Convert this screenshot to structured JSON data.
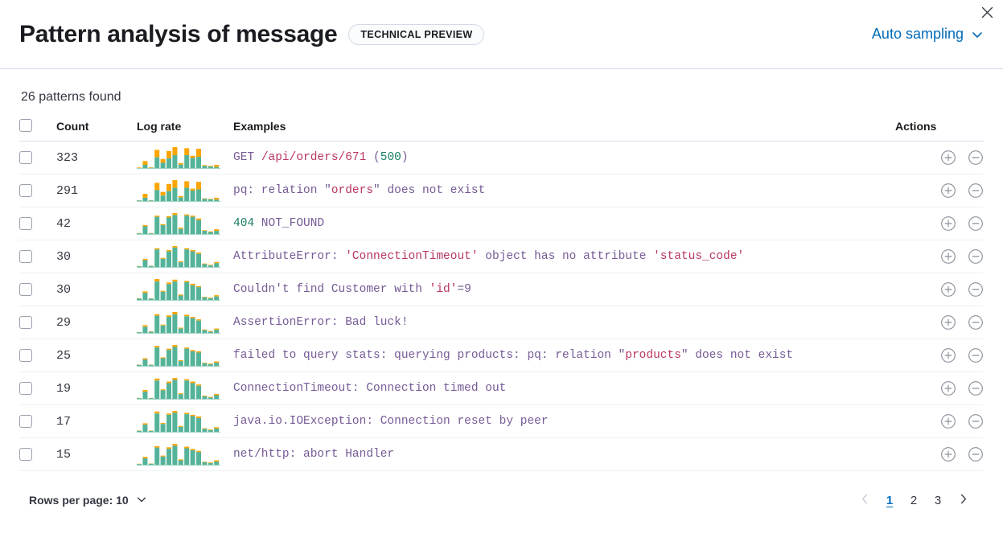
{
  "header": {
    "title": "Pattern analysis of message",
    "badge": "TECHNICAL PREVIEW",
    "sampling_label": "Auto sampling",
    "chevron_icon": "chevron-down-icon",
    "close_icon": "close-icon"
  },
  "summary": {
    "patterns_found": "26 patterns found"
  },
  "table": {
    "columns": {
      "select": "",
      "count": "Count",
      "log_rate": "Log rate",
      "examples": "Examples",
      "actions": "Actions"
    },
    "action_icons": {
      "add": "plus-in-circle-icon",
      "remove": "minus-in-circle-icon"
    },
    "rows": [
      {
        "count": "323",
        "example_plain": "GET /api/orders/671 (500)",
        "tokens": [
          {
            "t": "GET ",
            "c": "base"
          },
          {
            "t": "/api/orders/671",
            "c": "var"
          },
          {
            "t": " (",
            "c": "base"
          },
          {
            "t": "500",
            "c": "num"
          },
          {
            "t": ")",
            "c": "base"
          }
        ],
        "spark": {
          "teal": [
            0,
            12,
            1,
            40,
            20,
            36,
            48,
            13,
            48,
            38,
            42,
            8,
            6,
            4
          ],
          "orange": [
            2,
            14,
            2,
            28,
            14,
            28,
            30,
            6,
            26,
            8,
            30,
            3,
            2,
            8
          ]
        }
      },
      {
        "count": "291",
        "example_plain": "pq: relation \"orders\" does not exist",
        "tokens": [
          {
            "t": "pq: relation ",
            "c": "base"
          },
          {
            "t": "\"",
            "c": "base"
          },
          {
            "t": "orders",
            "c": "var"
          },
          {
            "t": "\"",
            "c": "base"
          },
          {
            "t": " does not exist",
            "c": "base"
          }
        ],
        "spark": {
          "teal": [
            2,
            12,
            2,
            40,
            20,
            36,
            48,
            13,
            48,
            38,
            42,
            8,
            6,
            5
          ],
          "orange": [
            1,
            14,
            1,
            26,
            13,
            26,
            28,
            5,
            24,
            7,
            28,
            2,
            2,
            7
          ]
        }
      },
      {
        "count": "42",
        "example_plain": "404 NOT_FOUND",
        "tokens": [
          {
            "t": "404",
            "c": "num"
          },
          {
            "t": " NOT_FOUND",
            "c": "base"
          }
        ],
        "spark": {
          "teal": [
            2,
            24,
            2,
            54,
            28,
            52,
            60,
            16,
            58,
            54,
            44,
            10,
            6,
            10
          ],
          "orange": [
            1,
            4,
            1,
            4,
            3,
            4,
            6,
            4,
            4,
            4,
            5,
            2,
            2,
            5
          ]
        }
      },
      {
        "count": "30",
        "example_plain": "AttributeError: 'ConnectionTimeout' object has no attribute 'status_code'",
        "tokens": [
          {
            "t": "AttributeError: ",
            "c": "base"
          },
          {
            "t": "'ConnectionTimeout'",
            "c": "var"
          },
          {
            "t": " object has no attribute ",
            "c": "base"
          },
          {
            "t": "'status_code'",
            "c": "var"
          }
        ],
        "spark": {
          "teal": [
            2,
            22,
            3,
            56,
            26,
            50,
            62,
            15,
            56,
            50,
            42,
            9,
            5,
            12
          ],
          "orange": [
            1,
            4,
            1,
            4,
            3,
            4,
            5,
            3,
            4,
            4,
            4,
            2,
            2,
            4
          ]
        }
      },
      {
        "count": "30",
        "example_plain": "Couldn't find Customer with 'id'=9",
        "tokens": [
          {
            "t": "Couldn't find Customer with ",
            "c": "base"
          },
          {
            "t": "'id'",
            "c": "var"
          },
          {
            "t": "=9",
            "c": "base"
          }
        ],
        "spark": {
          "teal": [
            4,
            22,
            4,
            58,
            26,
            50,
            58,
            14,
            56,
            46,
            40,
            8,
            5,
            11
          ],
          "orange": [
            1,
            5,
            1,
            8,
            3,
            5,
            6,
            3,
            4,
            5,
            4,
            2,
            2,
            4
          ]
        }
      },
      {
        "count": "29",
        "example_plain": "AssertionError: Bad luck!",
        "tokens": [
          {
            "t": "AssertionError: Bad luck!",
            "c": "base"
          }
        ],
        "spark": {
          "teal": [
            2,
            20,
            4,
            56,
            24,
            52,
            60,
            14,
            54,
            48,
            40,
            9,
            4,
            10
          ],
          "orange": [
            1,
            5,
            1,
            5,
            3,
            5,
            8,
            3,
            5,
            4,
            4,
            2,
            2,
            4
          ]
        }
      },
      {
        "count": "25",
        "example_plain": "failed to query stats: querying products: pq: relation \"products\" does not exist",
        "tokens": [
          {
            "t": "failed to query stats: querying products: pq: relation ",
            "c": "base"
          },
          {
            "t": "\"",
            "c": "base"
          },
          {
            "t": "products",
            "c": "var"
          },
          {
            "t": "\"",
            "c": "base"
          },
          {
            "t": " does not exist",
            "c": "base"
          }
        ],
        "spark": {
          "teal": [
            3,
            20,
            3,
            58,
            24,
            50,
            60,
            15,
            54,
            46,
            42,
            8,
            5,
            10
          ],
          "orange": [
            1,
            4,
            1,
            5,
            3,
            4,
            6,
            3,
            4,
            4,
            4,
            2,
            2,
            4
          ]
        }
      },
      {
        "count": "19",
        "example_plain": "ConnectionTimeout: Connection timed out",
        "tokens": [
          {
            "t": "ConnectionTimeout: Connection timed out",
            "c": "base"
          }
        ],
        "spark": {
          "teal": [
            2,
            22,
            2,
            56,
            26,
            48,
            58,
            14,
            56,
            48,
            40,
            8,
            4,
            11
          ],
          "orange": [
            1,
            5,
            1,
            6,
            3,
            5,
            6,
            3,
            4,
            5,
            4,
            2,
            2,
            4
          ]
        }
      },
      {
        "count": "17",
        "example_plain": "java.io.IOException: Connection reset by peer",
        "tokens": [
          {
            "t": "java.io.IOException: Connection reset by peer",
            "c": "base"
          }
        ],
        "spark": {
          "teal": [
            3,
            22,
            3,
            56,
            24,
            52,
            58,
            15,
            54,
            48,
            42,
            9,
            5,
            10
          ],
          "orange": [
            1,
            4,
            1,
            6,
            3,
            4,
            6,
            3,
            4,
            4,
            5,
            2,
            2,
            4
          ]
        }
      },
      {
        "count": "15",
        "example_plain": "net/http: abort Handler",
        "tokens": [
          {
            "t": "net/http: abort Handler",
            "c": "base"
          }
        ],
        "spark": {
          "teal": [
            2,
            20,
            3,
            54,
            26,
            50,
            60,
            14,
            52,
            46,
            40,
            8,
            5,
            10
          ],
          "orange": [
            1,
            5,
            1,
            5,
            3,
            5,
            6,
            3,
            5,
            4,
            4,
            2,
            2,
            4
          ]
        }
      }
    ]
  },
  "footer": {
    "rows_per_page_label": "Rows per page: 10",
    "chevron_icon": "chevron-down-icon",
    "prev_icon": "chevron-left-icon",
    "next_icon": "chevron-right-icon",
    "pages": [
      "1",
      "2",
      "3"
    ],
    "active_page": "1"
  },
  "colors": {
    "accent_blue": "#006bb8",
    "spark_teal": "#54b399",
    "spark_orange": "#fca500",
    "token_base": "#765b96",
    "token_var": "#b9375e",
    "token_num": "#1a7f64",
    "border": "#d3dae6"
  }
}
